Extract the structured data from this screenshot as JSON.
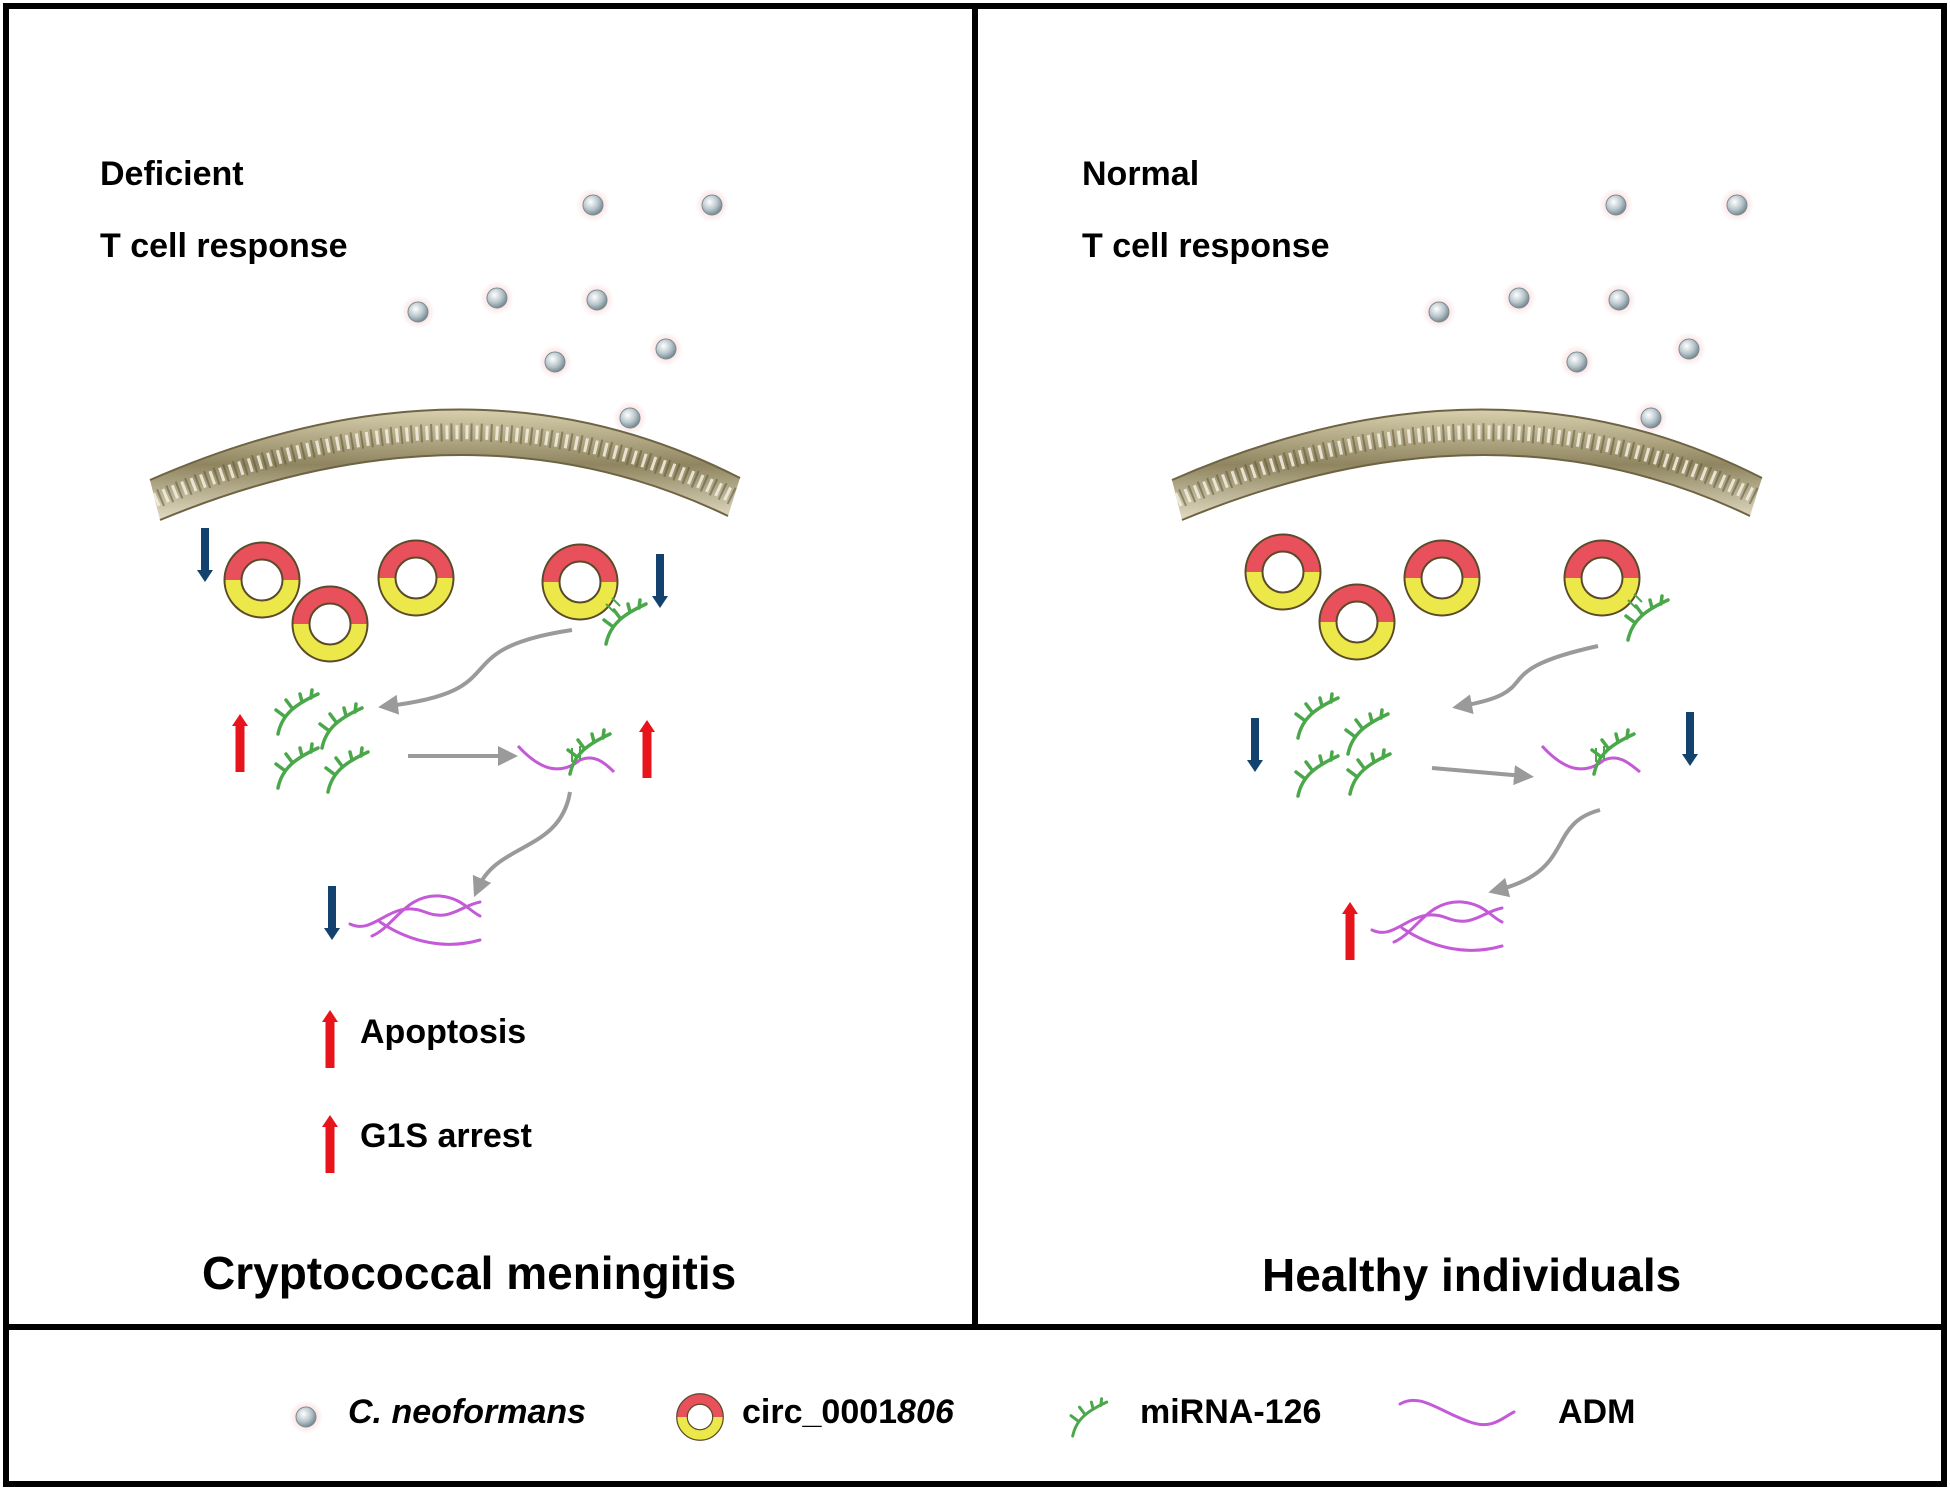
{
  "panels": [
    {
      "condition_line1": "Deficient",
      "condition_line2": "T cell response",
      "effects": [
        "Apoptosis",
        "G1S arrest"
      ],
      "title": "Cryptococcal meningitis"
    },
    {
      "condition_line1": "Normal",
      "condition_line2": "T cell response",
      "title": "Healthy individuals"
    }
  ],
  "legend": {
    "fungus": "C. neoformans",
    "circ_prefix": "circ_0001",
    "circ_suffix": "806",
    "mirna": "miRNA-126",
    "mrna": "ADM"
  },
  "colors": {
    "up_arrow": "#e8141c",
    "down_arrow": "#14426e",
    "circ_red": "#e8505c",
    "circ_yellow": "#ece84a",
    "mirna_green": "#4aa84a",
    "mrna_purple": "#c45ad8",
    "flow_arrow": "#9a9a9a",
    "membrane": "#b9ad86"
  },
  "icons": [
    "c-neoformans-cell-icon",
    "circrna-ring-icon",
    "mirna-icon",
    "adm-mrna-icon",
    "up-arrow-icon",
    "down-arrow-icon",
    "cell-membrane-icon"
  ]
}
